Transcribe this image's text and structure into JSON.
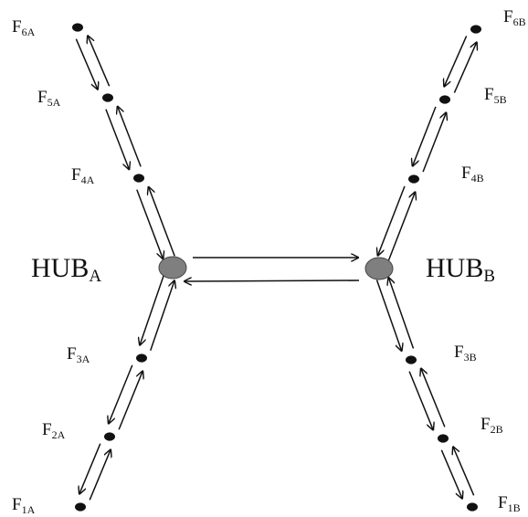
{
  "hubs": {
    "a": {
      "base": "HUB",
      "sub": "A"
    },
    "b": {
      "base": "HUB",
      "sub": "B"
    }
  },
  "nodes_a": [
    {
      "base": "F",
      "sub": "6A"
    },
    {
      "base": "F",
      "sub": "5A"
    },
    {
      "base": "F",
      "sub": "4A"
    },
    {
      "base": "F",
      "sub": "3A"
    },
    {
      "base": "F",
      "sub": "2A"
    },
    {
      "base": "F",
      "sub": "1A"
    }
  ],
  "nodes_b": [
    {
      "base": "F",
      "sub": "6B"
    },
    {
      "base": "F",
      "sub": "5B"
    },
    {
      "base": "F",
      "sub": "4B"
    },
    {
      "base": "F",
      "sub": "3B"
    },
    {
      "base": "F",
      "sub": "2B"
    },
    {
      "base": "F",
      "sub": "1B"
    }
  ],
  "colors": {
    "hub_fill": "#7f7f7f",
    "ink": "#111111",
    "background": "#ffffff"
  }
}
